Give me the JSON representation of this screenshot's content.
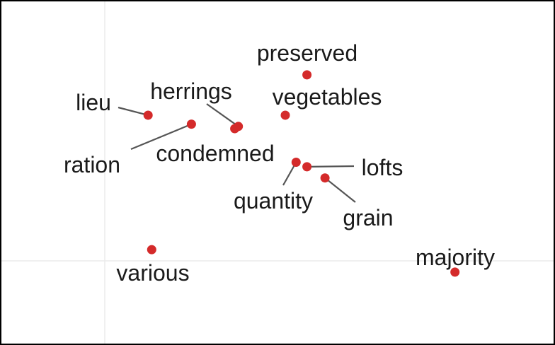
{
  "chart_data": {
    "type": "scatter",
    "title": "",
    "xlabel": "",
    "ylabel": "",
    "grid": true,
    "legend": "none",
    "point_color": "#d42a2a",
    "grid_color": "#ebebeb",
    "label_color": "#1a1a1a",
    "connector_color": "#555555",
    "points": [
      {
        "label": "preserved",
        "x": 0.28,
        "y": 0.83
      },
      {
        "label": "vegetables",
        "x": 0.25,
        "y": 0.65
      },
      {
        "label": "lieu",
        "x": 0.06,
        "y": 0.65
      },
      {
        "label": "herrings",
        "x": 0.185,
        "y": 0.6
      },
      {
        "label": "ration",
        "x": 0.12,
        "y": 0.61
      },
      {
        "label": "condemned",
        "x": 0.18,
        "y": 0.59
      },
      {
        "label": "quantity",
        "x": 0.265,
        "y": 0.44
      },
      {
        "label": "lofts",
        "x": 0.28,
        "y": 0.42
      },
      {
        "label": "grain",
        "x": 0.305,
        "y": 0.37
      },
      {
        "label": "various",
        "x": 0.065,
        "y": 0.05
      },
      {
        "label": "majority",
        "x": 0.485,
        "y": -0.05
      }
    ]
  }
}
